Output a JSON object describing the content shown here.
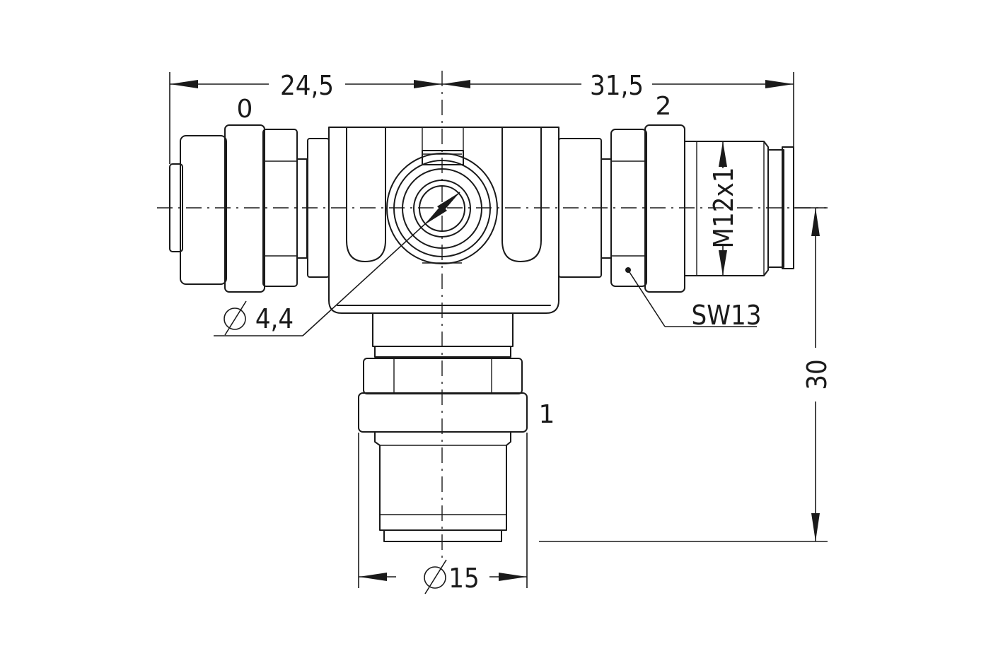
{
  "colors": {
    "stroke": "#1a1a1a",
    "background": "#ffffff"
  },
  "dimensions": {
    "left_width": "24,5",
    "right_width": "31,5",
    "hole_diameter": "4,4",
    "wrench_size": "SW13",
    "thread": "M12x1",
    "height": "30",
    "nut_diameter": "15"
  },
  "ports": {
    "left": "0",
    "bottom": "1",
    "right": "2"
  }
}
